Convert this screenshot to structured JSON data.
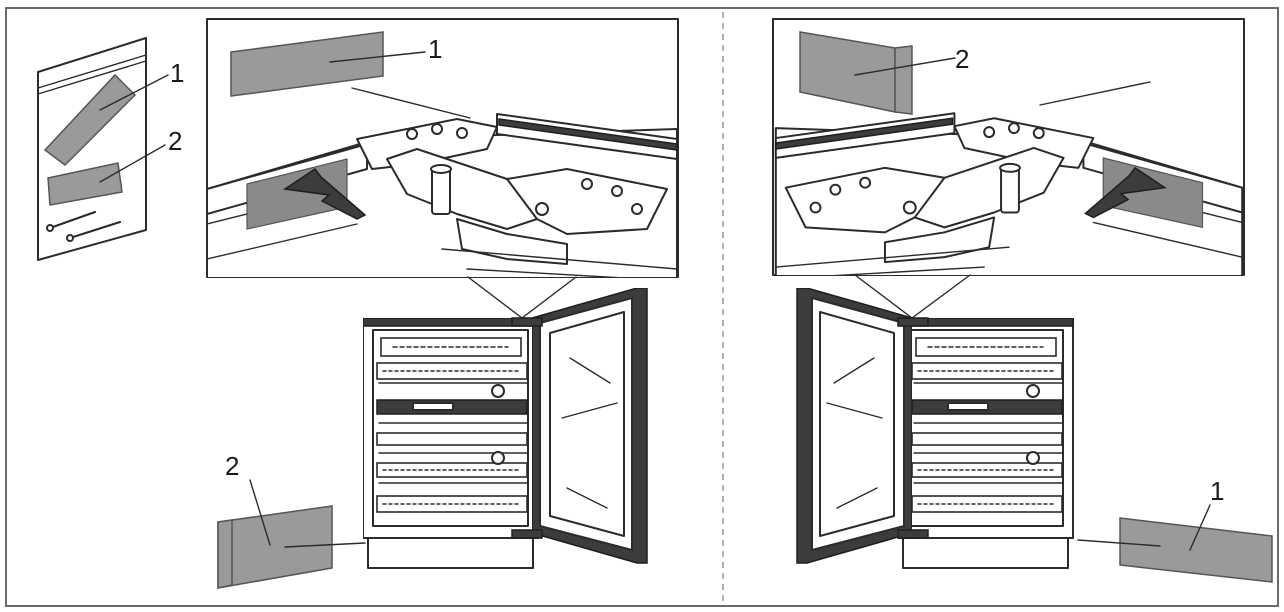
{
  "labels": {
    "kit_part_1": "1",
    "kit_part_2": "2",
    "left_detail_part": "1",
    "left_bottom_part": "2",
    "right_detail_part": "2",
    "right_bottom_part": "1"
  }
}
